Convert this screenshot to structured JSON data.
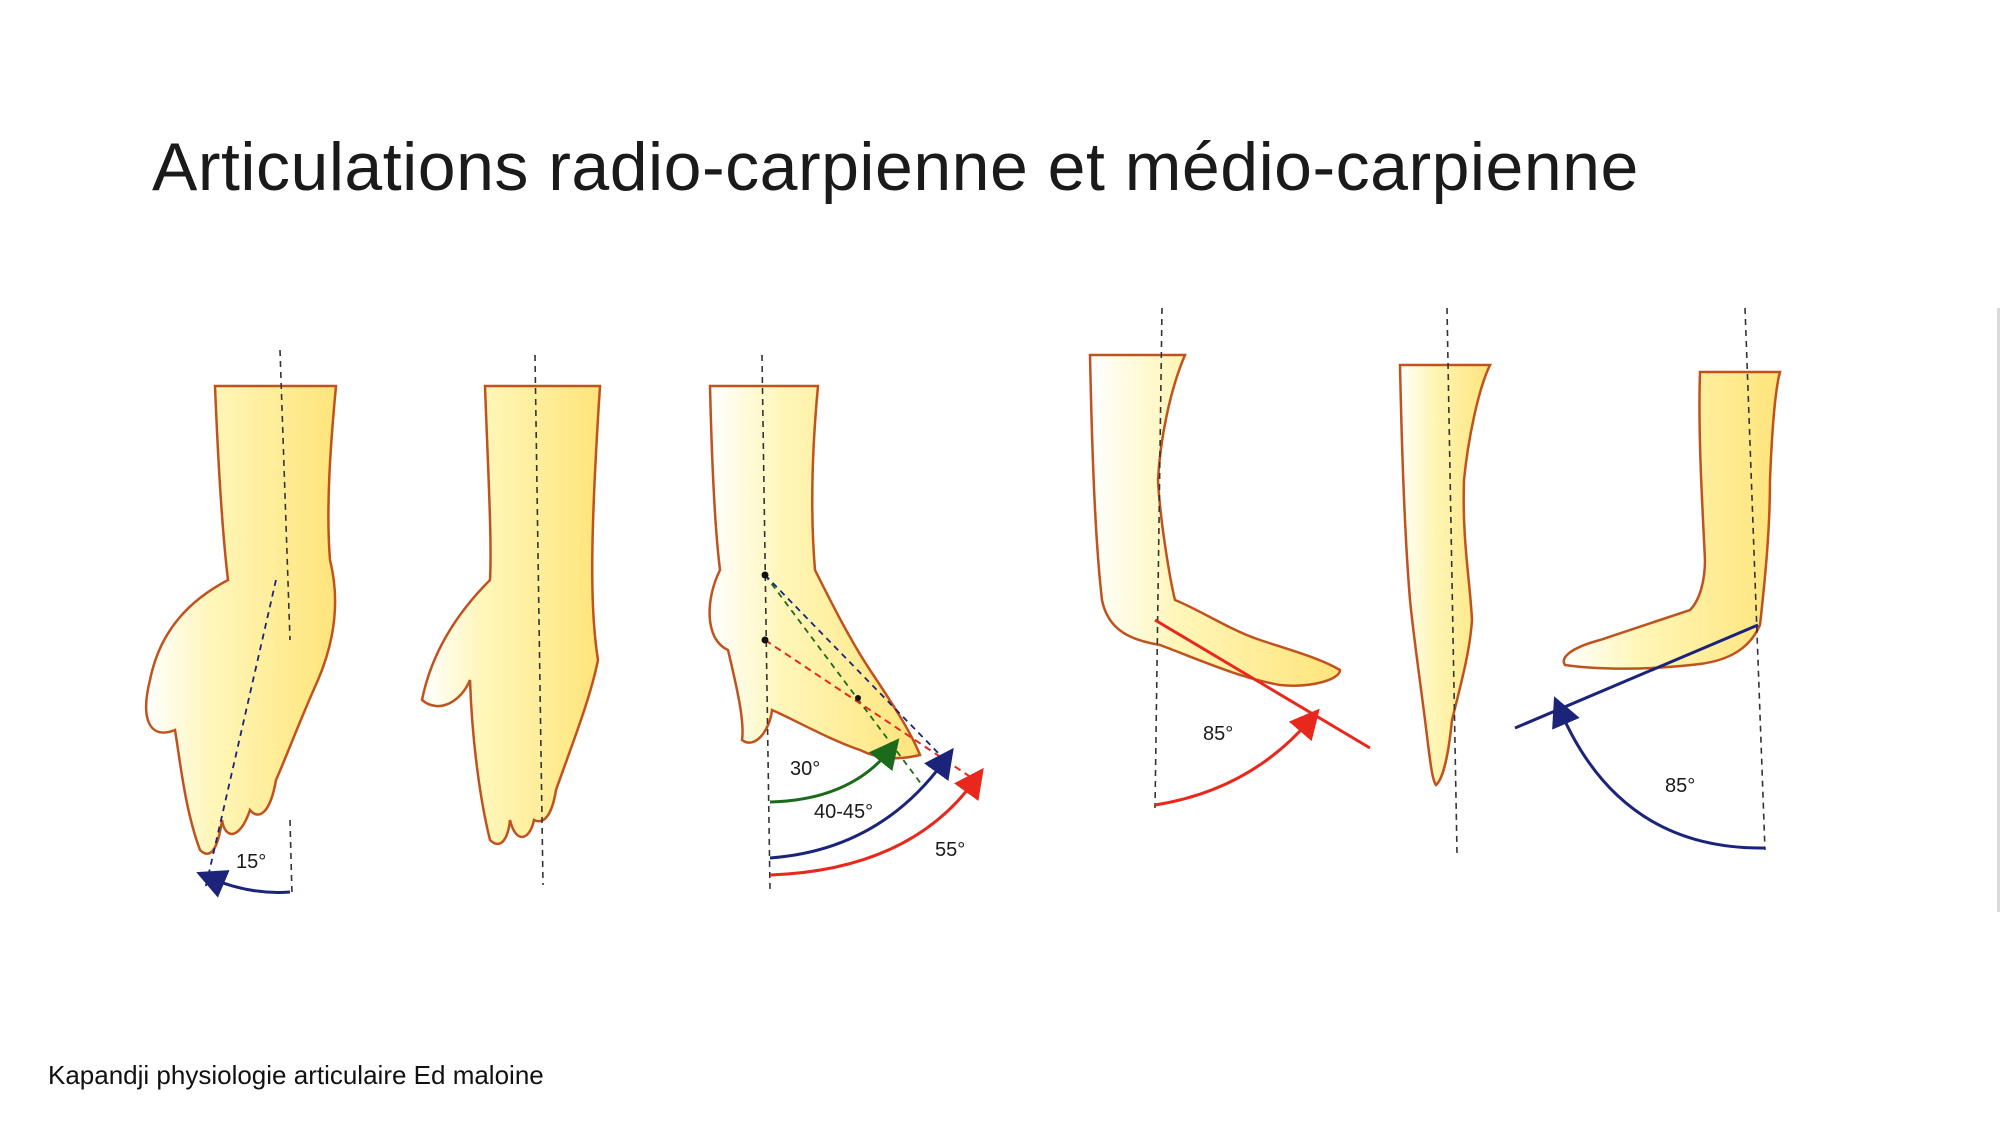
{
  "slide": {
    "title": "Articulations radio-carpienne et médio-carpienne",
    "footer": "Kapandji physiologie articulaire Ed maloine"
  },
  "figure": {
    "labels": {
      "ulnar_adduction": "15°",
      "radial_flexion_a": "30°",
      "radial_flexion_b": "40-45°",
      "radial_flexion_c": "55°",
      "flexion": "85°",
      "extension": "85°"
    },
    "colors": {
      "skin_fill": "#fff4a8",
      "skin_outline": "#c0521e",
      "red_arc": "#e8281c",
      "blue_arc": "#1b237a",
      "green_arc": "#1c6b1c"
    }
  }
}
